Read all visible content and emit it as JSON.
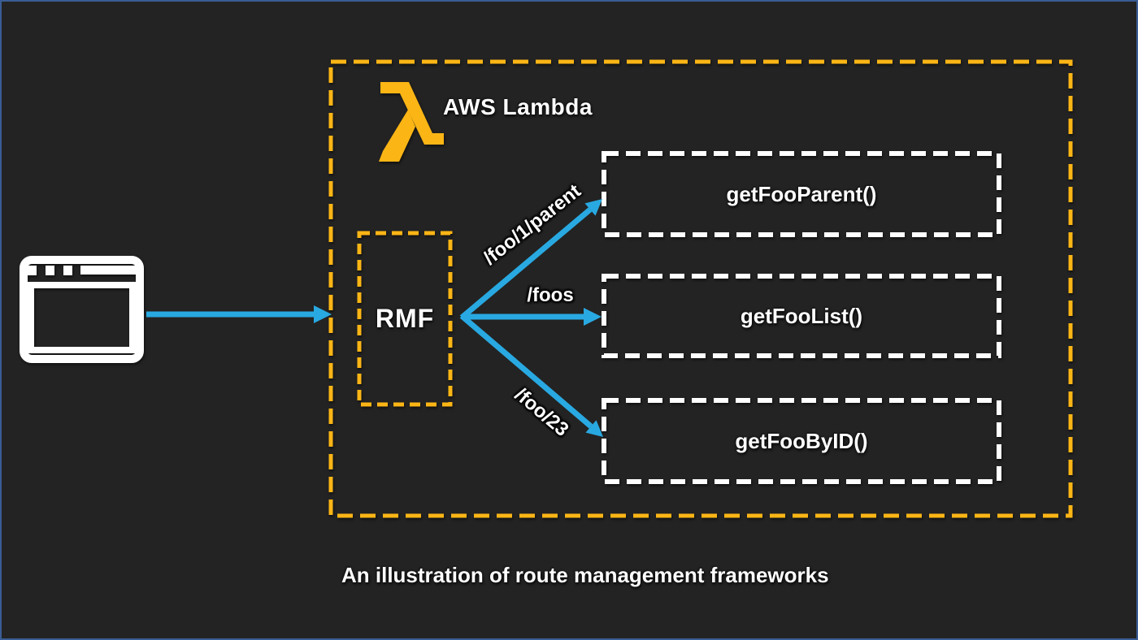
{
  "colors": {
    "background": "#232323",
    "canvas-border": "#3A5C94",
    "accent-yellow": "#FBB515",
    "accent-blue": "#29A9E1",
    "text-white": "#FFFFFF"
  },
  "lambda_container": {
    "title": "AWS Lambda"
  },
  "rmf": {
    "label": "RMF"
  },
  "routes": [
    {
      "path": "/foo/1/parent",
      "handler": "getFooParent()"
    },
    {
      "path": "/foos",
      "handler": "getFooList()"
    },
    {
      "path": "/foo/23",
      "handler": "getFooByID()"
    }
  ],
  "icons": {
    "client": "browser-window-icon",
    "service": "aws-lambda-icon"
  },
  "caption": "An illustration of route management frameworks"
}
